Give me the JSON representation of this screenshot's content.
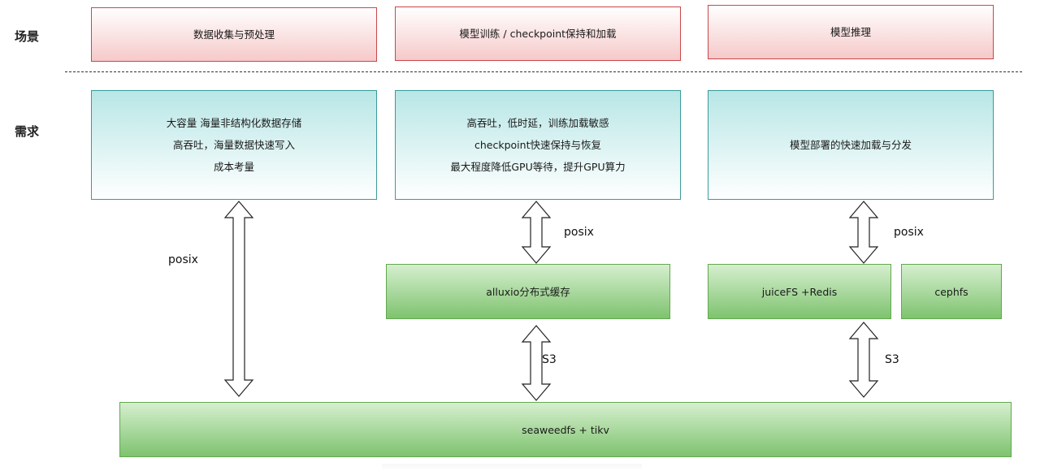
{
  "rows": {
    "scene_label": "场景",
    "requirement_label": "需求"
  },
  "scenes": [
    {
      "label": "数据收集与预处理"
    },
    {
      "label": "模型训练 / checkpoint保持和加载"
    },
    {
      "label": "模型推理"
    }
  ],
  "requirements": [
    {
      "lines": [
        "大容量 海量非结构化数据存储",
        "高吞吐，海量数据快速写入",
        "成本考量"
      ]
    },
    {
      "lines": [
        "高吞吐，低时延，训练加载敏感",
        "checkpoint快速保持与恢复",
        "最大程度降低GPU等待，提升GPU算力"
      ]
    },
    {
      "lines": [
        "模型部署的快速加载与分发"
      ]
    }
  ],
  "storage": {
    "alluxio": "alluxio分布式缓存",
    "juicefs": "juiceFS +Redis",
    "cephfs": "cephfs",
    "seaweedfs": "seaweedfs + tikv"
  },
  "protocols": {
    "posix_left": "posix",
    "posix_middle": "posix",
    "posix_right": "posix",
    "s3_middle": "S3",
    "s3_right": "S3"
  },
  "colors": {
    "scene_fill": "#f6c9c9",
    "scene_border": "#c9474a",
    "requirement_fill": "#b8e6e6",
    "requirement_border": "#3a9b9b",
    "storage_fill": "#7ec36f",
    "storage_border": "#63a84f"
  }
}
